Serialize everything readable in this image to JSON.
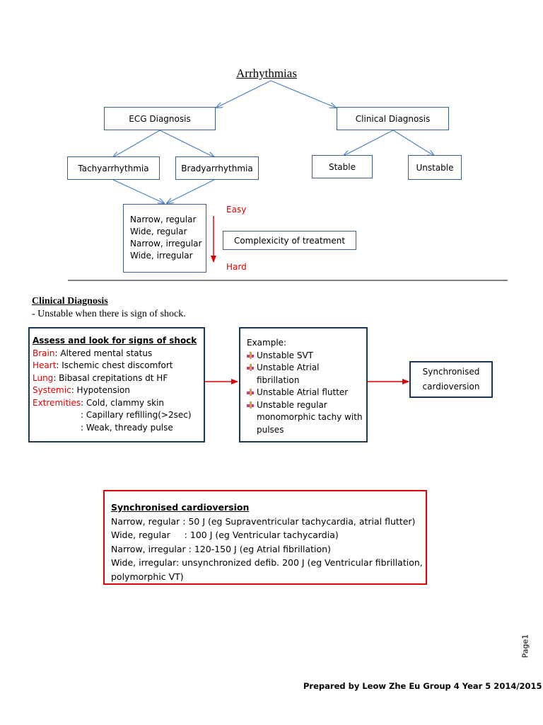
{
  "tree": {
    "title": "Arrhythmias",
    "ecg": "ECG Diagnosis",
    "clinical": "Clinical Diagnosis",
    "tachy": "Tachyarrhythmia",
    "brady": "Bradyarrhythmia",
    "stable": "Stable",
    "unstable": "Unstable",
    "types": [
      "Narrow, regular",
      "Wide, regular",
      "Narrow, irregular",
      "Wide, irregular"
    ],
    "easy": "Easy",
    "hard": "Hard",
    "complexity": "Complexicity of treatment"
  },
  "clinical_section": {
    "heading": "Clinical Diagnosis",
    "subtext": "-  Unstable when there is sign of shock."
  },
  "shock_box": {
    "heading": "Assess and look for signs of shock",
    "rows": [
      {
        "label": "Brain",
        "text": ": Altered mental status"
      },
      {
        "label": "Heart",
        "text": ": Ischemic chest discomfort"
      },
      {
        "label": "Lung",
        "text": ": Bibasal crepitations dt HF"
      },
      {
        "label": "Systemic",
        "text": ": Hypotension"
      },
      {
        "label": "Extremities",
        "text": ": Cold, clammy skin"
      },
      {
        "label": "",
        "text": ": Capillary refilling(>2sec)"
      },
      {
        "label": "",
        "text": ": Weak, thready pulse"
      }
    ]
  },
  "example_box": {
    "heading": "Example:",
    "items": [
      "Unstable SVT",
      "Unstable Atrial fibrillation",
      "Unstable Atrial flutter",
      "Unstable regular monomorphic tachy with pulses"
    ]
  },
  "result_box": {
    "line1": "Synchronised",
    "line2": "cardioversion"
  },
  "sync_box": {
    "heading": "Synchronised cardioversion",
    "lines": [
      "Narrow, regular : 50 J (eg Supraventricular tachycardia, atrial flutter)",
      "Wide, regular     : 100 J (eg Ventricular tachycardia)",
      "Narrow, irregular : 120-150 J (eg Atrial fibrillation)",
      "Wide, irregular: unsynchronized defib. 200 J (eg Ventricular fibrillation,",
      "polymorphic VT)"
    ]
  },
  "page_label": "Page1",
  "footer": "Prepared by Leow Zhe Eu Group 4 Year 5 2014/2015",
  "colors": {
    "accent_blue": "#4f81bd",
    "red": "#e00000",
    "box_border": "#1f3555"
  }
}
